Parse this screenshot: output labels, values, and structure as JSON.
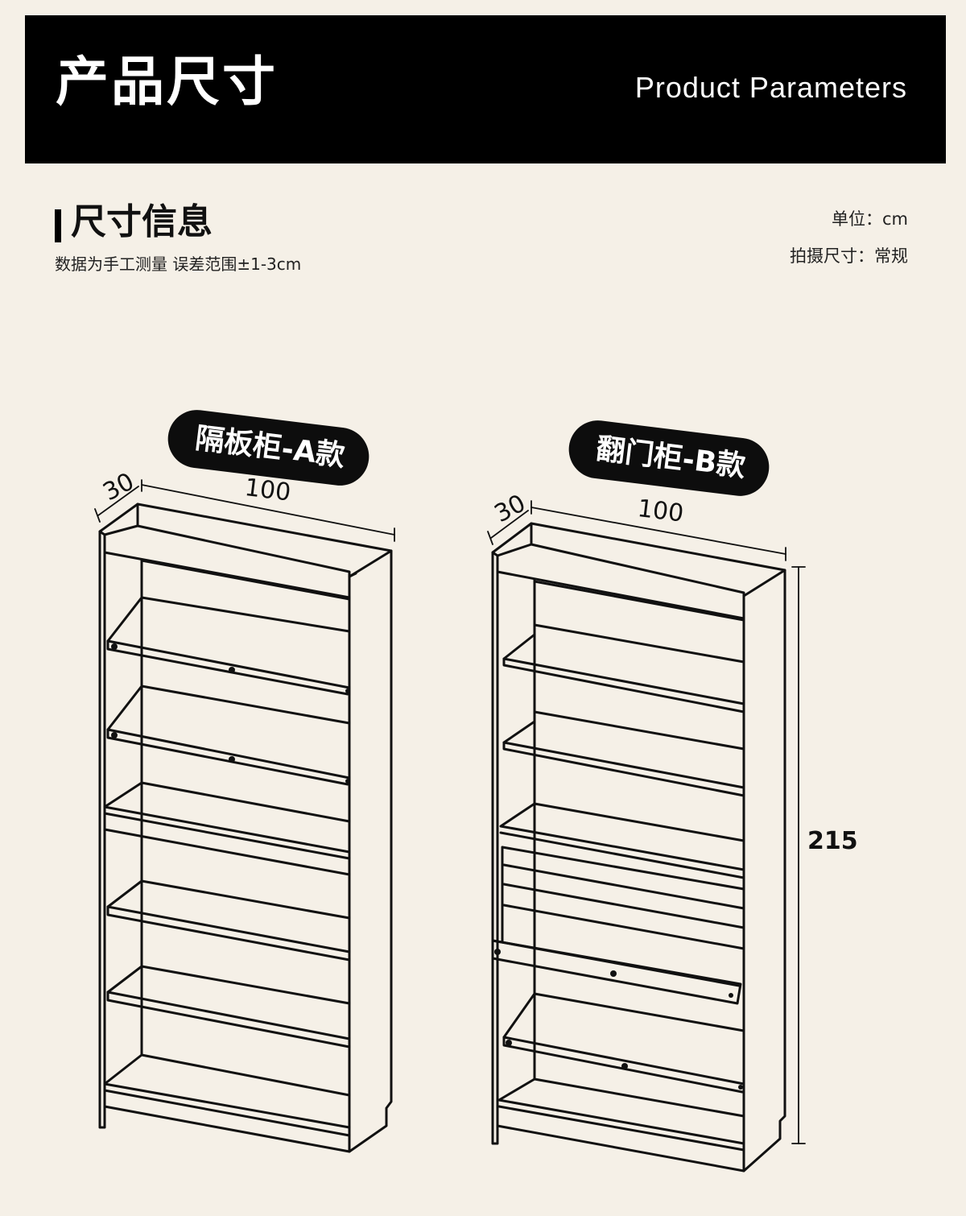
{
  "banner": {
    "title": "产品尺寸",
    "subtitle": "Product Parameters"
  },
  "section": {
    "title": "尺寸信息",
    "note": "数据为手工测量 误差范围±1-3cm"
  },
  "meta": {
    "unit": "单位：cm",
    "shoot_size": "拍摄尺寸：常规"
  },
  "cabinets": [
    {
      "label": "隔板柜-A款",
      "depth": "30",
      "width": "100"
    },
    {
      "label": "翻门柜-B款",
      "depth": "30",
      "width": "100",
      "height": "215"
    }
  ]
}
